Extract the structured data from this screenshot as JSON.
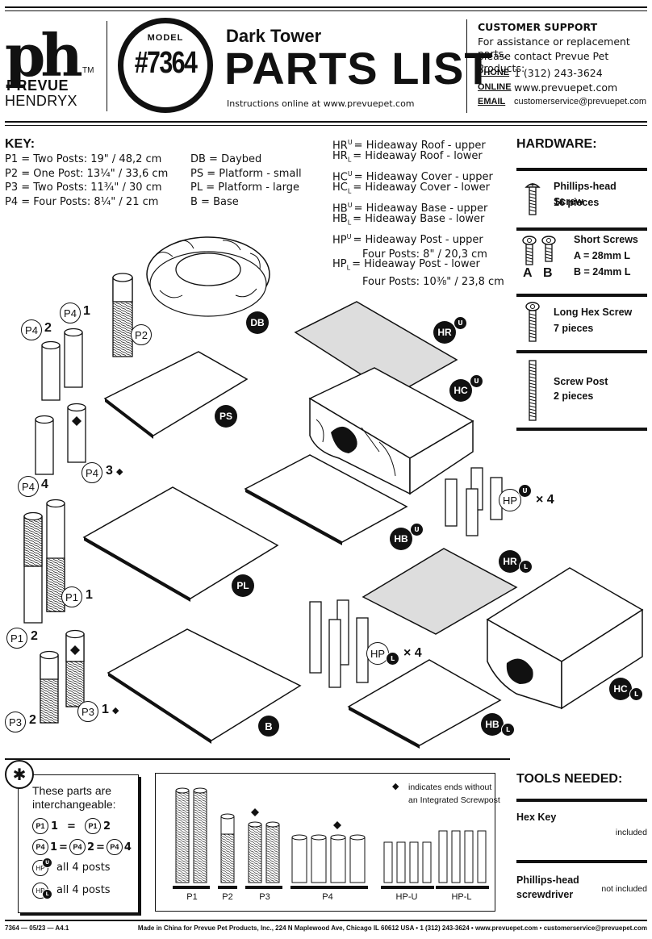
{
  "header": {
    "brand_line1": "PREVUE",
    "brand_line2": "HENDRYX",
    "brand_tm": "TM",
    "model_label": "MODEL",
    "model_number": "#7364",
    "product_name": "Dark Tower",
    "doc_title": "PARTS LIST",
    "instructions_note": "Instructions online at www.prevuepet.com"
  },
  "support": {
    "title": "CUSTOMER SUPPORT",
    "line1": "For assistance or replacement parts,",
    "line2": "please contact Prevue Pet Products:",
    "rows": [
      {
        "label": "PHONE",
        "value": "1 (312) 243-3624"
      },
      {
        "label": "ONLINE",
        "value": "www.prevuepet.com"
      },
      {
        "label": "EMAIL",
        "value": "customerservice@prevuepet.com"
      }
    ]
  },
  "key": {
    "title": "KEY:",
    "posts": [
      "P1  = Two Posts: 19\" / 48,2 cm",
      "P2  = One Post: 13¼\" / 33,6 cm",
      "P3  = Two Posts: 11¾\" / 30 cm",
      "P4  = Four Posts: 8¼\" / 21 cm"
    ],
    "platforms": [
      "DB  =  Daybed",
      "PS  =  Platform - small",
      "PL  =  Platform - large",
      "B    =  Base"
    ],
    "hideaway": [
      {
        "code": "HR",
        "sub": "U",
        "text": "=  Hideaway Roof - upper",
        "extra": ""
      },
      {
        "code": "HR",
        "sub": "L",
        "text": "=  Hideaway Roof - lower",
        "extra": ""
      },
      {
        "code": "HC",
        "sub": "U",
        "text": "=  Hideaway Cover - upper",
        "extra": ""
      },
      {
        "code": "HC",
        "sub": "L",
        "text": "=  Hideaway Cover - lower",
        "extra": ""
      },
      {
        "code": "HB",
        "sub": "U",
        "text": "=  Hideaway Base - upper",
        "extra": ""
      },
      {
        "code": "HB",
        "sub": "L",
        "text": "=  Hideaway Base - lower",
        "extra": ""
      },
      {
        "code": "HP",
        "sub": "U",
        "text": "=  Hideaway Post - upper",
        "extra": "Four Posts: 8\" / 20,3 cm"
      },
      {
        "code": "HP",
        "sub": "L",
        "text": "=  Hideaway Post - lower",
        "extra": "Four Posts: 10⅜\" / 23,8 cm"
      }
    ]
  },
  "hardware": {
    "title": "HARDWARE:",
    "items": [
      {
        "name": "Phillips-head Screw",
        "detail": "16 pieces",
        "icon": "phillips-screw-icon"
      },
      {
        "name": "Short Screws",
        "detail": "A =  28mm L",
        "detail2": "B =  24mm L",
        "icon": "short-screws-icon",
        "tag_a": "A",
        "tag_b": "B"
      },
      {
        "name": "Long Hex Screw",
        "detail": "7 pieces",
        "icon": "hex-screw-icon"
      },
      {
        "name": "Screw Post",
        "detail": "2 pieces",
        "icon": "screw-post-icon"
      }
    ]
  },
  "diagram_labels": {
    "DB": "DB",
    "PS": "PS",
    "PL": "PL",
    "B": "B",
    "HR": "HR",
    "HC": "HC",
    "HB": "HB",
    "HP": "HP",
    "P1": "P1",
    "P2": "P2",
    "P3": "P3",
    "P4": "P4",
    "sub_u": "U",
    "sub_l": "L",
    "times4": "× 4",
    "n1": "1",
    "n2": "2",
    "n3": "3",
    "n4": "4"
  },
  "interchange": {
    "title_line1": "These parts are",
    "title_line2": "interchangeable:",
    "all4": "all 4 posts",
    "eq": "="
  },
  "legend_box": {
    "diamond_note_1": "indicates ends without",
    "diamond_note_2": "an Integrated Screwpost",
    "captions": [
      "P1",
      "P2",
      "P3",
      "P4",
      "HP-U",
      "HP-L"
    ]
  },
  "tools": {
    "title": "TOOLS NEEDED:",
    "items": [
      {
        "name": "Hex Key",
        "status": "included"
      },
      {
        "name": "Phillips-head screwdriver",
        "status": "not included"
      }
    ]
  },
  "footer": {
    "code": "7364 — 05/23 — A4.1",
    "address": "Made in China for Prevue Pet Products, Inc., 224 N Maplewood Ave, Chicago IL  60612  USA • 1 (312) 243-3624 • www.prevuepet.com • customerservice@prevuepet.com"
  }
}
